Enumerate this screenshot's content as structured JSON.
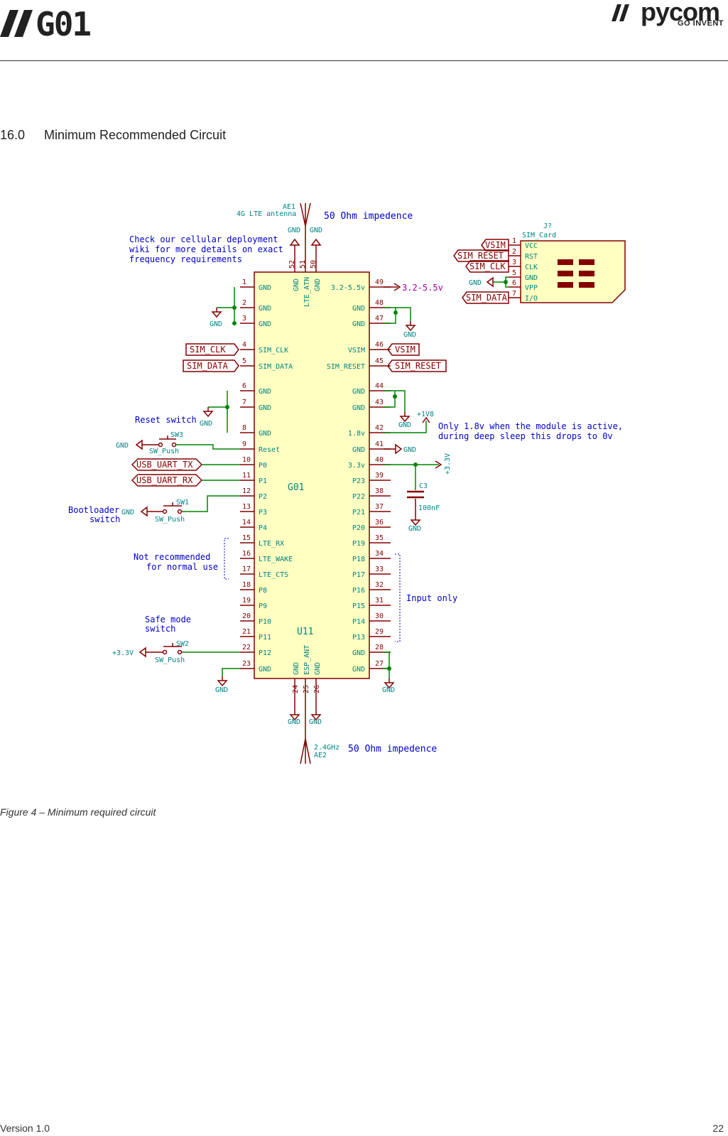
{
  "header": {
    "logo_left_text": "G01",
    "logo_right_text": "pycom",
    "logo_right_tagline": "GO INVENT"
  },
  "section": {
    "number": "16.0",
    "title": "Minimum Recommended Circuit"
  },
  "schematic": {
    "ic_ref": "U11",
    "ic_value": "G01",
    "antenna_top": {
      "ref": "AE1",
      "desc": "4G LTE antenna",
      "impedance": "50 Ohm impedence"
    },
    "antenna_bottom": {
      "ref": "AE2",
      "desc": "2.4GHz",
      "impedance": "50 Ohm impedence"
    },
    "cellular_note": [
      "Check our cellular deployment",
      "wiki for more details on exact",
      "frequency requirements"
    ],
    "top_pins": [
      {
        "num": "52",
        "name": "GND"
      },
      {
        "num": "51",
        "name": "LTE_ATN"
      },
      {
        "num": "50",
        "name": "GND"
      }
    ],
    "bottom_pins": [
      {
        "num": "24",
        "name": "GND"
      },
      {
        "num": "25",
        "name": "ESP_ANT"
      },
      {
        "num": "26",
        "name": "GND"
      }
    ],
    "left_pins": [
      {
        "num": "1",
        "name": "GND"
      },
      {
        "num": "2",
        "name": "GND"
      },
      {
        "num": "3",
        "name": "GND"
      },
      {
        "num": "4",
        "name": "SIM_CLK"
      },
      {
        "num": "5",
        "name": "SIM_DATA"
      },
      {
        "num": "6",
        "name": "GND"
      },
      {
        "num": "7",
        "name": "GND"
      },
      {
        "num": "8",
        "name": "GND"
      },
      {
        "num": "9",
        "name": "Reset"
      },
      {
        "num": "10",
        "name": "P0"
      },
      {
        "num": "11",
        "name": "P1"
      },
      {
        "num": "12",
        "name": "P2"
      },
      {
        "num": "13",
        "name": "P3"
      },
      {
        "num": "14",
        "name": "P4"
      },
      {
        "num": "15",
        "name": "LTE_RX"
      },
      {
        "num": "16",
        "name": "LTE_WAKE"
      },
      {
        "num": "17",
        "name": "LTE_CTS"
      },
      {
        "num": "18",
        "name": "P8"
      },
      {
        "num": "19",
        "name": "P9"
      },
      {
        "num": "20",
        "name": "P10"
      },
      {
        "num": "21",
        "name": "P11"
      },
      {
        "num": "22",
        "name": "P12"
      },
      {
        "num": "23",
        "name": "GND"
      }
    ],
    "right_pins": [
      {
        "num": "49",
        "name": "3.2-5.5v"
      },
      {
        "num": "48",
        "name": "GND"
      },
      {
        "num": "47",
        "name": "GND"
      },
      {
        "num": "46",
        "name": "VSIM"
      },
      {
        "num": "45",
        "name": "SIM_RESET"
      },
      {
        "num": "44",
        "name": "GND"
      },
      {
        "num": "43",
        "name": "GND"
      },
      {
        "num": "42",
        "name": "1.8v"
      },
      {
        "num": "41",
        "name": "GND"
      },
      {
        "num": "40",
        "name": "3.3v"
      },
      {
        "num": "39",
        "name": "P23"
      },
      {
        "num": "38",
        "name": "P22"
      },
      {
        "num": "37",
        "name": "P21"
      },
      {
        "num": "36",
        "name": "P20"
      },
      {
        "num": "35",
        "name": "P19"
      },
      {
        "num": "34",
        "name": "P18"
      },
      {
        "num": "33",
        "name": "P17"
      },
      {
        "num": "32",
        "name": "P16"
      },
      {
        "num": "31",
        "name": "P15"
      },
      {
        "num": "30",
        "name": "P14"
      },
      {
        "num": "29",
        "name": "P13"
      },
      {
        "num": "28",
        "name": "GND"
      },
      {
        "num": "27",
        "name": "GND"
      }
    ],
    "net_labels": {
      "sim_clk": "SIM_CLK",
      "sim_data": "SIM_DATA",
      "vsim": "VSIM",
      "sim_reset": "SIM_RESET",
      "usb_tx": "USB_UART_TX",
      "usb_rx": "USB_UART_RX"
    },
    "power": {
      "gnd": "GND",
      "vin": "3.2-5.5v",
      "v18": "+1V8",
      "v33": "+3.3V"
    },
    "switches": {
      "reset": {
        "ref": "SW3",
        "value": "SW_Push",
        "note": "Reset switch"
      },
      "boot": {
        "ref": "SW1",
        "value": "SW_Push",
        "note_1": "Bootloader",
        "note_2": "switch"
      },
      "safe": {
        "ref": "SW2",
        "value": "SW_Push",
        "note_1": "Safe mode",
        "note_2": "switch"
      }
    },
    "capacitor": {
      "ref": "C3",
      "value": "100nF"
    },
    "notes": {
      "v18_1": "Only 1.8v when the module is active,",
      "v18_2": "during deep sleep this drops to 0v",
      "not_rec_1": "Not recommended",
      "not_rec_2": "for normal use",
      "input_only": "Input only"
    },
    "sim_card": {
      "ref": "J?",
      "value": "SIM_Card",
      "pins": [
        {
          "num": "1",
          "name": "VCC",
          "net": "VSIM"
        },
        {
          "num": "2",
          "name": "RST",
          "net": "SIM_RESET"
        },
        {
          "num": "3",
          "name": "CLK",
          "net": "SIM_CLK"
        },
        {
          "num": "5",
          "name": "GND",
          "net": "GND"
        },
        {
          "num": "6",
          "name": "VPP",
          "net": ""
        },
        {
          "num": "7",
          "name": "I/O",
          "net": "SIM_DATA"
        }
      ]
    }
  },
  "caption": "Figure 4 – Minimum required circuit",
  "footer": {
    "version": "Version 1.0",
    "page": "22"
  },
  "colors": {
    "wire": "#008400",
    "pin": "#840000",
    "body_fill": "#ffffc2",
    "net_text": "#008484",
    "note_text": "#0000c8",
    "power_text": "#a000a0"
  }
}
